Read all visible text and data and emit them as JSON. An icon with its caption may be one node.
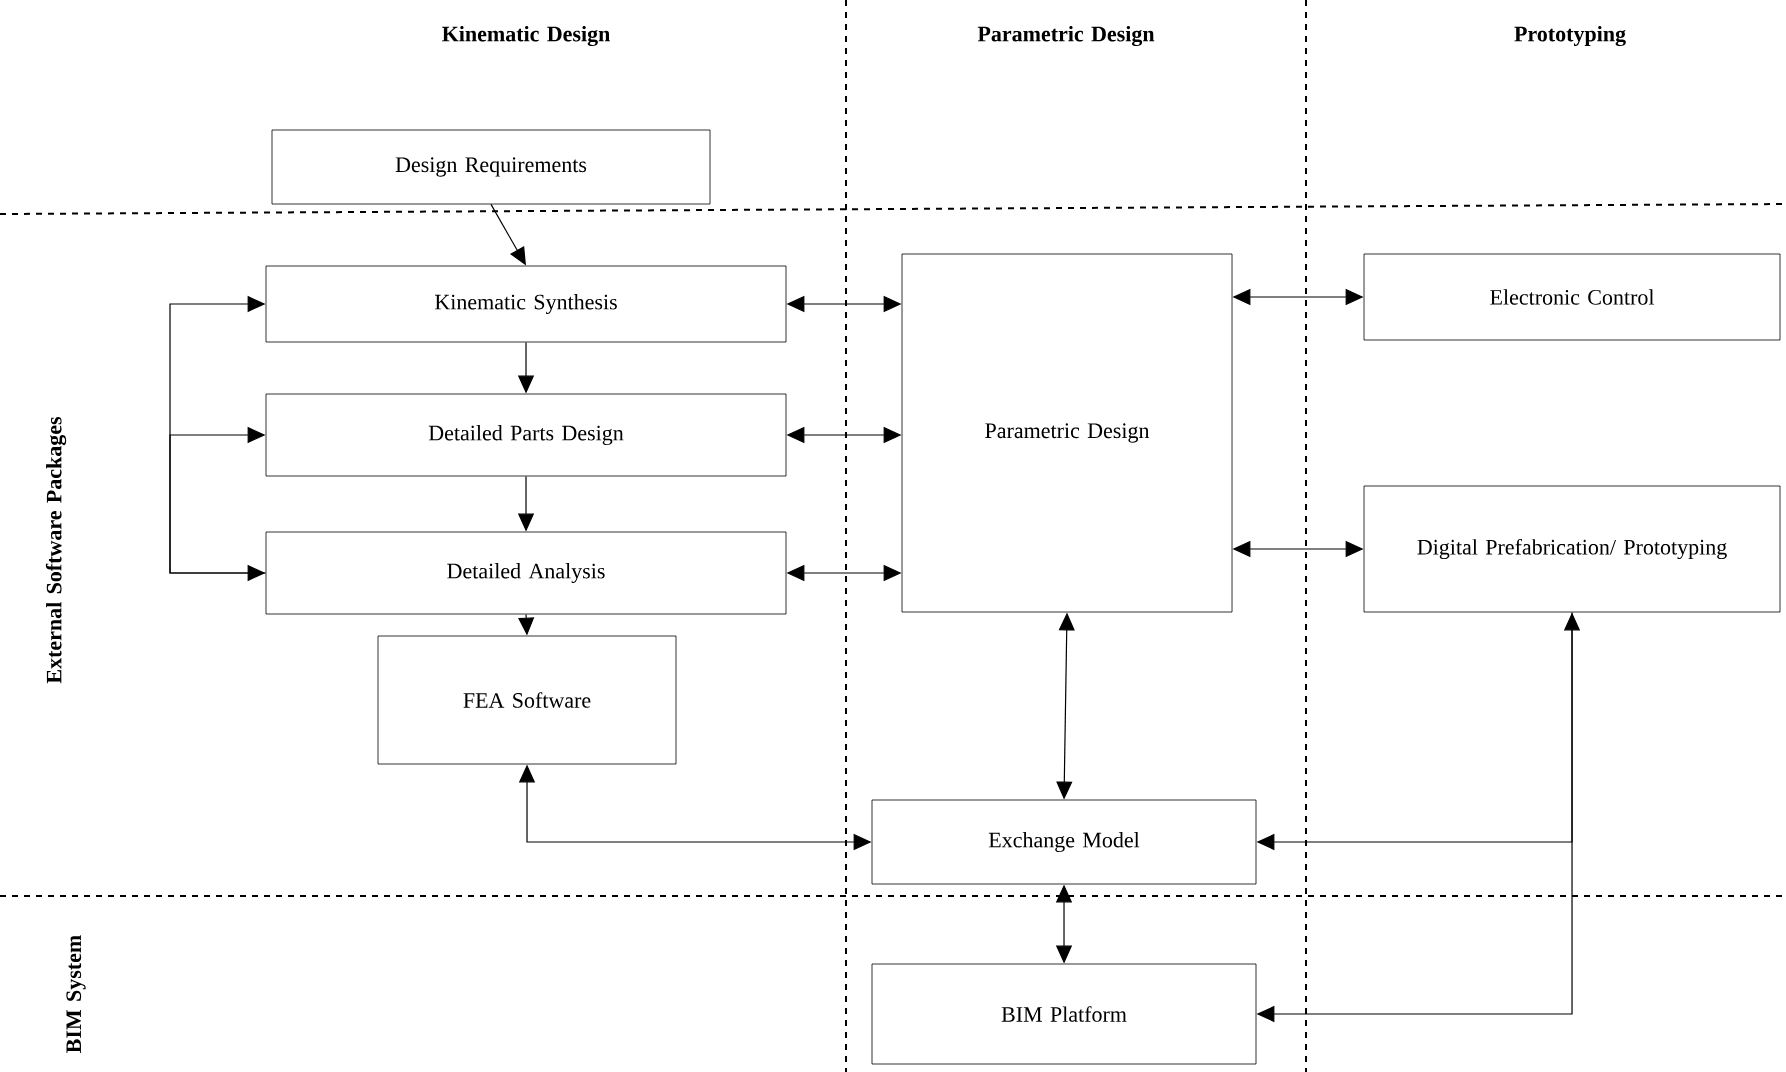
{
  "diagram": {
    "nodes": [
      {
        "text": [
          "Design Requirements"
        ]
      },
      {
        "text": [
          "Kinematic Synthesis"
        ]
      },
      {
        "text": [
          "Detailed Parts Design"
        ]
      },
      {
        "text": [
          "Detailed Analysis"
        ]
      },
      {
        "text": [
          "FEA Software"
        ]
      },
      {
        "text": [
          "Parametric Design"
        ]
      },
      {
        "text": [
          "Electronic Control"
        ]
      },
      {
        "text": [
          "Digital Prefabrication/ Prototyping"
        ]
      },
      {
        "text": [
          "Exchange Model"
        ]
      },
      {
        "text": [
          "BIM Platform"
        ]
      }
    ],
    "edges": [
      {
        "from": 0,
        "to": 1,
        "arrow": "to"
      },
      {
        "from": 1,
        "to": 2,
        "arrow": "to"
      },
      {
        "from": 2,
        "to": 3,
        "arrow": "to"
      },
      {
        "from": 3,
        "to": 4,
        "arrow": "to"
      },
      {
        "from": 3,
        "to": 1,
        "arrow": "both"
      },
      {
        "from": 3,
        "to": 2,
        "arrow": "to"
      },
      {
        "from": 1,
        "to": 5,
        "arrow": "both"
      },
      {
        "from": 2,
        "to": 5,
        "arrow": "both"
      },
      {
        "from": 3,
        "to": 5,
        "arrow": "both"
      },
      {
        "from": 5,
        "to": 6,
        "arrow": "both"
      },
      {
        "from": 5,
        "to": 7,
        "arrow": "both"
      },
      {
        "from": 5,
        "to": 8,
        "arrow": "both"
      },
      {
        "from": 4,
        "to": 8,
        "arrow": "both"
      },
      {
        "from": 7,
        "to": 8,
        "arrow": "both"
      },
      {
        "from": 7,
        "to": 9,
        "arrow": "to"
      },
      {
        "from": 8,
        "to": 9,
        "arrow": "both"
      }
    ],
    "labels": [
      "Kinematic Design",
      "Parametric Design",
      "Prototyping",
      "External Software Packages",
      "BIM System"
    ]
  }
}
